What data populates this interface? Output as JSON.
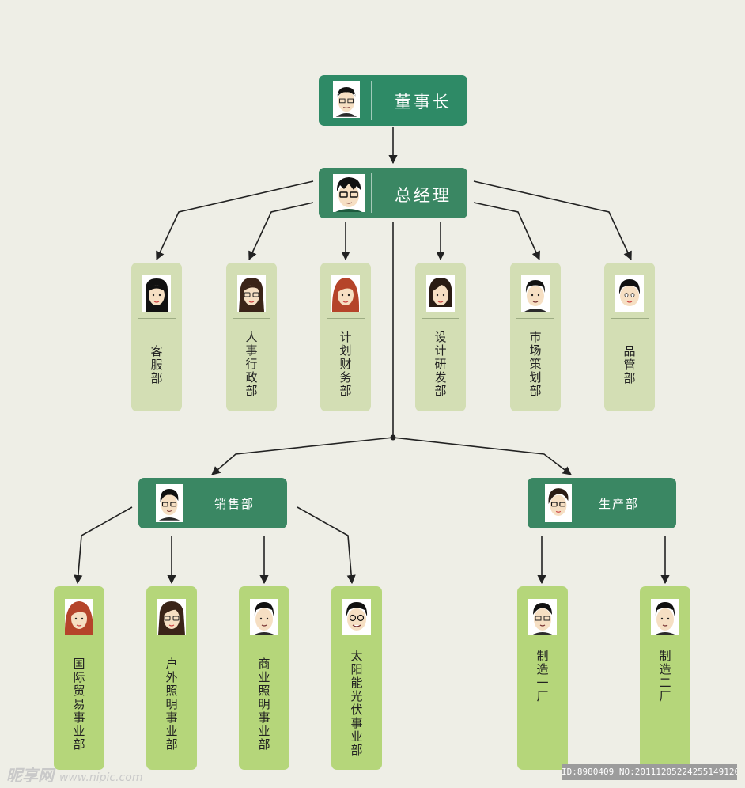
{
  "chairman": {
    "label": "董事长"
  },
  "general_manager": {
    "label": "总经理"
  },
  "departments": [
    {
      "label": "客服部"
    },
    {
      "label": "人事行政部"
    },
    {
      "label": "计划财务部"
    },
    {
      "label": "设计研发部"
    },
    {
      "label": "市场策划部"
    },
    {
      "label": "品管部"
    }
  ],
  "sales": {
    "label": "销售部",
    "units": [
      {
        "label": "国际贸易事业部"
      },
      {
        "label": "户外照明事业部"
      },
      {
        "label": "商业照明事业部"
      },
      {
        "label": "太阳能光伏事业部"
      }
    ]
  },
  "production": {
    "label": "生产部",
    "units": [
      {
        "label": "制造一厂"
      },
      {
        "label": "制造二厂"
      }
    ]
  },
  "watermark": {
    "brand": "昵享网",
    "url": "www.nipic.com",
    "id_text": "ID:8980409 NO:20111205224255149120"
  },
  "colors": {
    "header_dark": "#2e8a66",
    "header_mid": "#3a8763",
    "card_pale": "#d3deb4",
    "card_lime": "#b5d67a",
    "background": "#eeeee6"
  }
}
